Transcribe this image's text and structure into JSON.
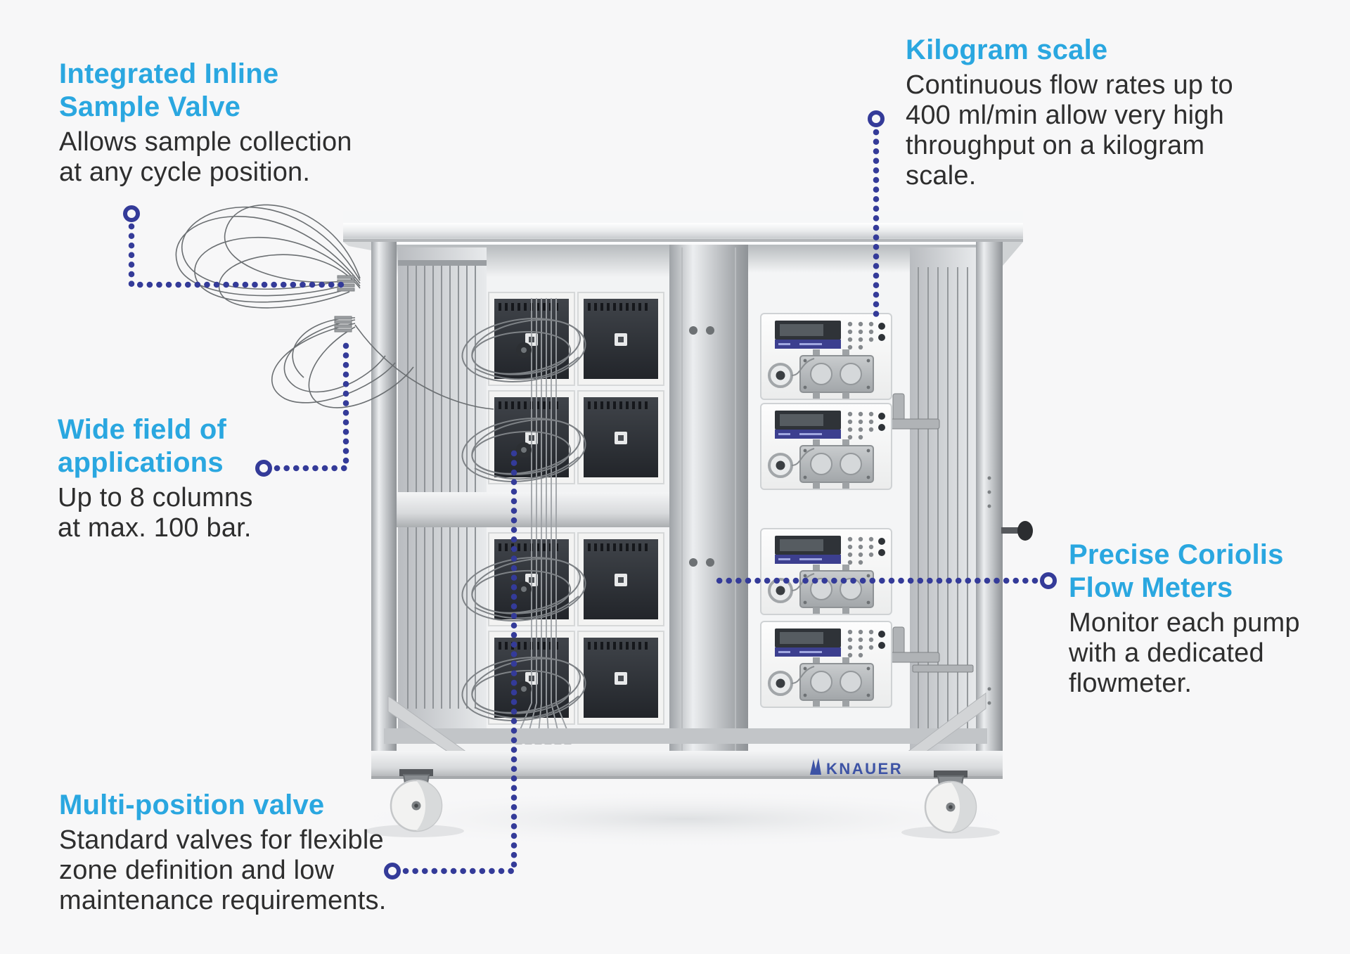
{
  "colors": {
    "background": "#f7f7f8",
    "heading_blue": "#2aa7e0",
    "body_text": "#2e2e2e",
    "leader_navy": "#343b99",
    "knauer_blue": "#3d53a5"
  },
  "annotations": [
    {
      "id": "integrated-inline-sample-valve",
      "heading_lines": [
        "Integrated Inline",
        "Sample Valve"
      ],
      "body_lines": [
        "Allows sample collection",
        "at any cycle position."
      ]
    },
    {
      "id": "kilogram-scale",
      "heading_lines": [
        "Kilogram scale"
      ],
      "body_lines": [
        "Continuous flow rates up to",
        "400 ml/min allow very high",
        "throughput on a kilogram",
        "scale."
      ]
    },
    {
      "id": "wide-field-of-applications",
      "heading_lines": [
        "Wide field of",
        "applications"
      ],
      "body_lines": [
        "Up to 8 columns",
        "at max. 100 bar."
      ]
    },
    {
      "id": "precise-coriolis-flow-meters",
      "heading_lines": [
        "Precise Coriolis",
        "Flow Meters"
      ],
      "body_lines": [
        "Monitor each pump",
        "with a dedicated",
        "flowmeter."
      ]
    },
    {
      "id": "multi-position-valve",
      "heading_lines": [
        "Multi-position valve"
      ],
      "body_lines": [
        "Standard valves for flexible",
        "zone definition and low",
        "maintenance requirements."
      ]
    }
  ],
  "machine": {
    "brand_logo_text": "KNAUER"
  }
}
